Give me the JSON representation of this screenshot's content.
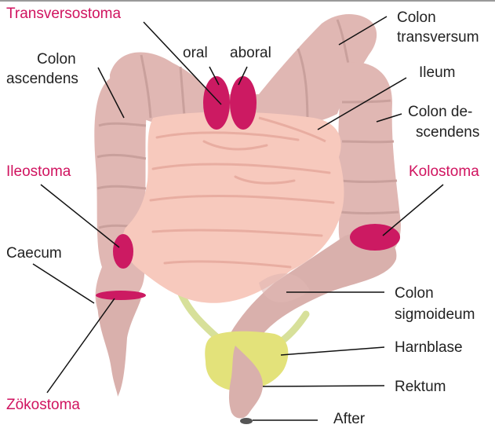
{
  "colors": {
    "colon": "#e0b7b3",
    "colon_dark": "#c9a09c",
    "small_intestine": "#f7c9bd",
    "stoma": "#cc1a62",
    "bladder": "#e3e27a",
    "ureter": "#d7e09a",
    "label_text": "#222222",
    "stoma_label_text": "#d0135f",
    "leader_line": "#111111",
    "top_border": "#9a9a9a"
  },
  "labels": {
    "transversostoma": "Transversostoma",
    "oral": "oral",
    "aboral": "aboral",
    "colon_transversum_1": "Colon",
    "colon_transversum_2": "transversum",
    "colon_ascendens_1": "Colon",
    "colon_ascendens_2": "ascendens",
    "ileum": "Ileum",
    "colon_descendens_1": "Colon de-",
    "colon_descendens_2": "scendens",
    "ileostoma": "Ileostoma",
    "kolostoma": "Kolostoma",
    "caecum": "Caecum",
    "colon_sigmoideum_1": "Colon",
    "colon_sigmoideum_2": "sigmoideum",
    "harnblase": "Harnblase",
    "rektum": "Rektum",
    "zoekostoma": "Zökostoma",
    "after": "After"
  }
}
